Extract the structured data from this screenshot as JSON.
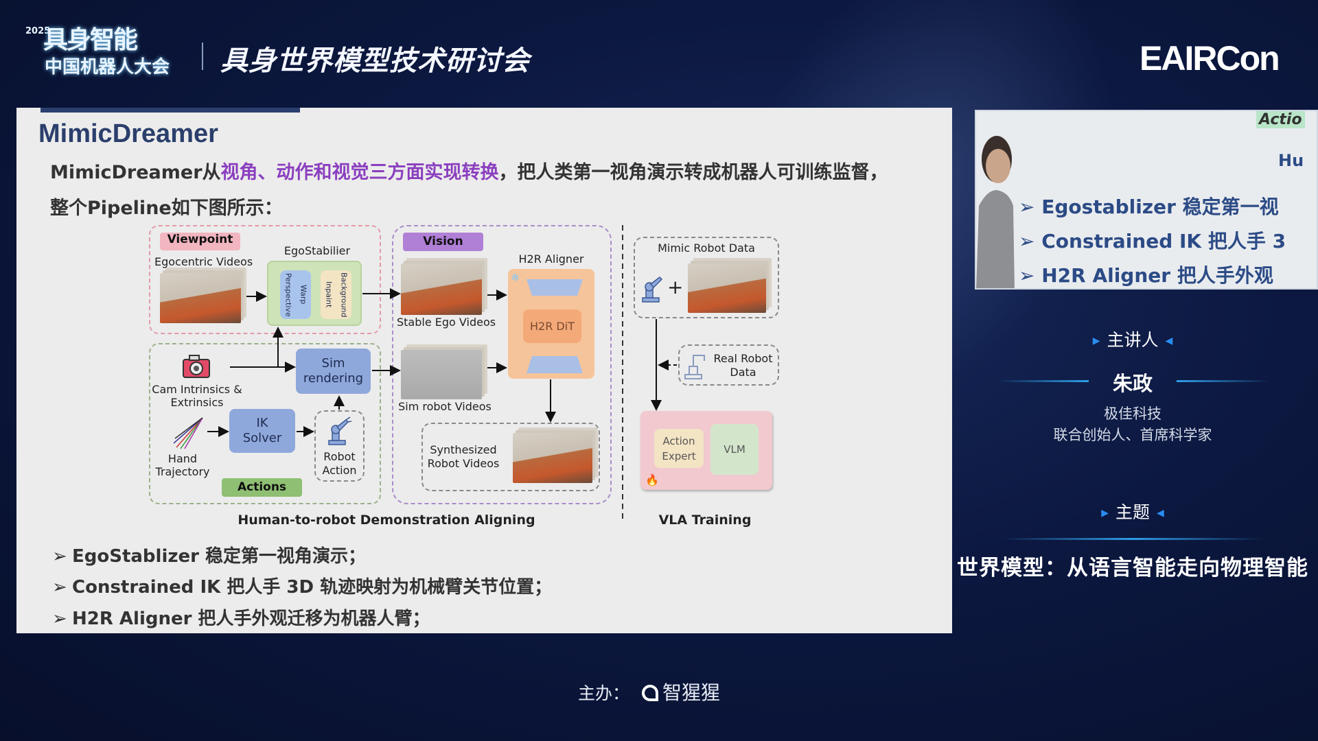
{
  "header": {
    "logo_year": "2025",
    "logo_line1": "具身智能",
    "logo_line2": "中国机器人大会",
    "event_title": "具身世界模型技术研讨会",
    "brand": "EAIRCon"
  },
  "slide": {
    "title": "MimicDreamer",
    "intro_prefix": "MimicDreamer从",
    "intro_highlight": "视角、动作和视觉三方面实现转换",
    "intro_suffix": "，把人类第一视角演示转成机器人可训练监督，",
    "intro_line2": "整个Pipeline如下图所示：",
    "diagram": {
      "viewpoint": "Viewpoint",
      "egocentric_videos": "Egocentric Videos",
      "egostabilier": "EgoStabilier",
      "warp": "Warp Perspective",
      "inpaint": "Background Inpaint",
      "cam1": "Cam Intrinsics &",
      "cam2": "Extrinsics",
      "sim_rendering": "Sim rendering",
      "hand1": "Hand",
      "hand2": "Trajectory",
      "ik_solver": "IK Solver",
      "robot_action1": "Robot",
      "robot_action2": "Action",
      "actions": "Actions",
      "vision": "Vision",
      "stable_ego": "Stable Ego Videos",
      "h2r_aligner": "H2R Aligner",
      "h2r_dit": "H2R DiT",
      "sim_robot": "Sim robot Videos",
      "synth1": "Synthesized",
      "synth2": "Robot Videos",
      "mimic_robot_data": "Mimic Robot Data",
      "real1": "Real Robot",
      "real2": "Data",
      "action_expert1": "Action",
      "action_expert2": "Expert",
      "vlm": "VLM",
      "caption_left": "Human-to-robot Demonstration Aligning",
      "caption_right": "VLA Training",
      "colors": {
        "viewpoint": "#f2b6c0",
        "vision": "#b07fd6",
        "actions": "#8fbf73",
        "block_blue": "#8fa8dc",
        "h2r": "#f6c49a",
        "vla": "#f1c9cf"
      }
    },
    "bullets": [
      "EgoStablizer 稳定第一视角演示；",
      "Constrained IK 把人手 3D 轨迹映射为机械臂关节位置；",
      "H2R Aligner 把人手外观迁移为机器人臂；"
    ]
  },
  "video": {
    "lines": [
      "Actio",
      "Hu",
      "Egostablizer 稳定第一视",
      "Constrained IK 把人手 3",
      "H2R Aligner 把人手外观"
    ]
  },
  "speaker_panel": {
    "speaker_label": "主讲人",
    "name": "朱政",
    "company": "极佳科技",
    "role": "联合创始人、首席科学家",
    "topic_label": "主题",
    "topic": "世界模型：从语言智能走向物理智能"
  },
  "footer": {
    "host_label": "主办：",
    "host_name": "智猩猩"
  }
}
